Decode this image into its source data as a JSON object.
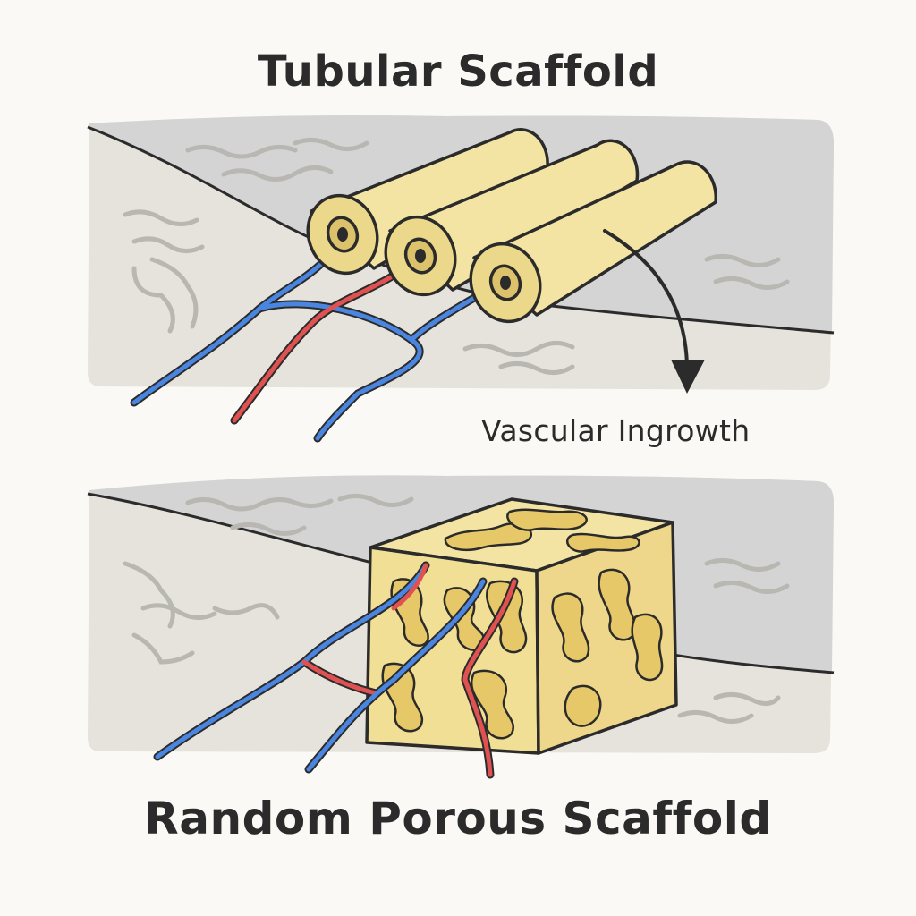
{
  "diagram": {
    "top_panel_title": "Tubular Scaffold",
    "bottom_panel_title": "Random Porous Scaffold",
    "annotation": "Vascular Ingrowth"
  },
  "colors": {
    "background": "#faf9f5",
    "tissue_light": "#e6e3dd",
    "tissue_dark": "#d2d2d2",
    "tissue_texture": "#b9b7b1",
    "scaffold_fill": "#f4e4a4",
    "scaffold_shade": "#e8cf78",
    "artery": "#e05252",
    "vein": "#4a86e0",
    "outline": "#2b2b2b"
  }
}
